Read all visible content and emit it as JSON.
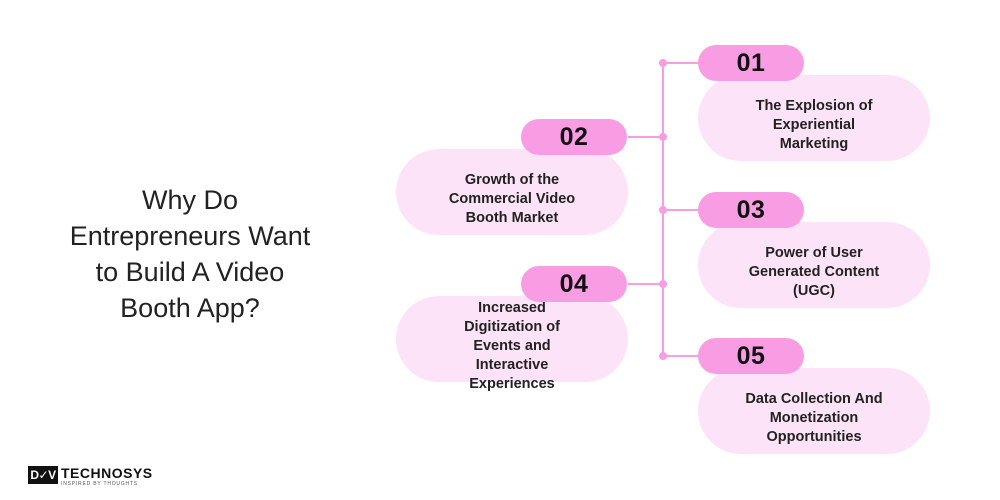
{
  "heading": {
    "lines": [
      "Why Do",
      "Entrepreneurs Want",
      "to Build A Video",
      "Booth App?"
    ]
  },
  "steps": [
    {
      "number": "01",
      "text": "The Explosion of Experiential Marketing"
    },
    {
      "number": "02",
      "text": "Growth of the Commercial Video Booth Market"
    },
    {
      "number": "03",
      "text": "Power of User Generated Content (UGC)"
    },
    {
      "number": "04",
      "text": "Increased Digitization of Events and Interactive Experiences"
    },
    {
      "number": "05",
      "text": "Data Collection And Monetization Opportunities"
    }
  ],
  "logo": {
    "mark": "D✓V",
    "brand": "TECHNOSYS",
    "tagline": "INSPIRED BY THOUGHTS"
  },
  "colors": {
    "badge": "#f89ce3",
    "card": "#fde3f8",
    "connector": "#f89ce3"
  }
}
